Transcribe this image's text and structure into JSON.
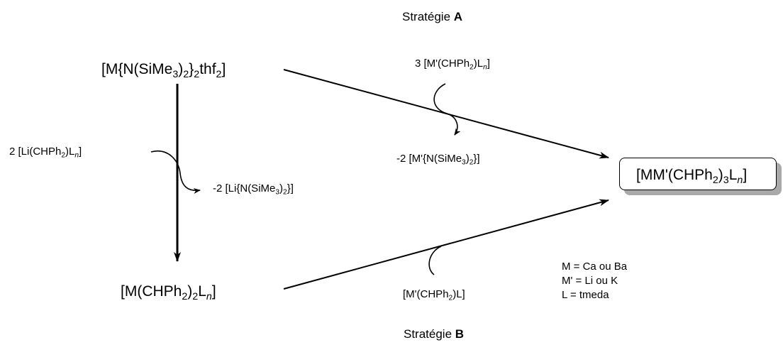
{
  "strategy_a": {
    "prefix": "Stratégie ",
    "letter": "A"
  },
  "strategy_b": {
    "prefix": "Stratégie ",
    "letter": "B"
  },
  "start": {
    "p1": "[M{N(SiMe",
    "s1": "3",
    "p2": ")",
    "s2": "2",
    "p3": "}",
    "s3": "2",
    "p4": "thf",
    "s4": "2",
    "p5": "]"
  },
  "reagent_a": {
    "p1": "3 [M'(CHPh",
    "s1": "2",
    "p2": ")L",
    "n": "n",
    "p3": "]"
  },
  "byproduct_a": {
    "p1": "-2 [M'{N(SiMe",
    "s1": "3",
    "p2": ")",
    "s2": "2",
    "p3": "}]"
  },
  "reagent_li": {
    "p1": "2 [Li(CHPh",
    "s1": "2",
    "p2": ")L",
    "n": "n",
    "p3": "]"
  },
  "byproduct_li": {
    "p1": "-2 [Li{N(SiMe",
    "s1": "3",
    "p2": ")",
    "s2": "2",
    "p3": "}]"
  },
  "intermediate": {
    "p1": "[M(CHPh",
    "s1": "2",
    "p2": ")",
    "s2": "2",
    "p3": "L",
    "n": "n",
    "p4": "]"
  },
  "reagent_b": {
    "p1": "[M'(CHPh",
    "s1": "2",
    "p2": ")L]"
  },
  "product": {
    "p1": "[MM'(CHPh",
    "s1": "2",
    "p2": ")",
    "s2": "3",
    "p3": "L",
    "n": "n",
    "p4": "]"
  },
  "legend": [
    "M = Ca ou Ba",
    "M' = Li ou K",
    "L = tmeda"
  ]
}
